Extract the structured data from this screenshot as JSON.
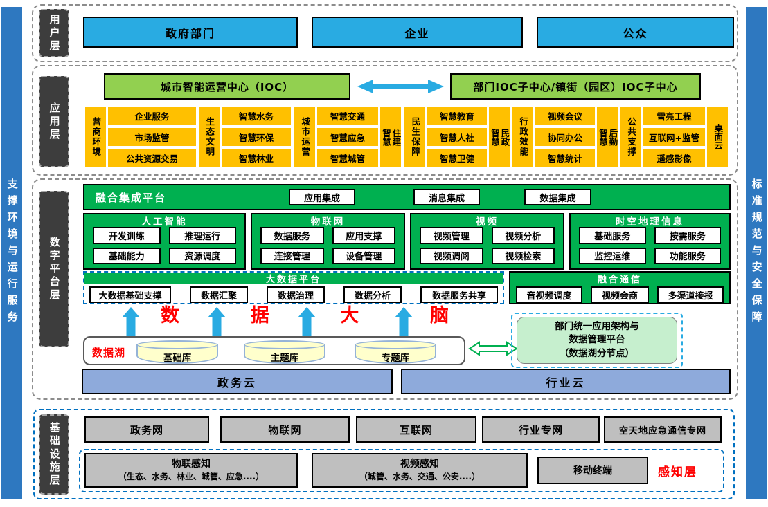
{
  "sidebars": {
    "left": "支撑环境与运行服务",
    "right": "标准规范与安全保障"
  },
  "user_layer": {
    "label": "用户层",
    "items": [
      "政府部门",
      "企业",
      "公众"
    ]
  },
  "app_layer": {
    "label": "应用层",
    "ioc_main": "城市智能运营中心（IOC）",
    "ioc_sub": "部门IOC子中心/镇街（园区）IOC子中心",
    "groups": [
      {
        "label": "营商环境",
        "items": [
          "企业服务",
          "市场监管",
          "公共资源交易"
        ]
      },
      {
        "label": "生态文明",
        "items": [
          "智慧水务",
          "智慧环保",
          "智慧林业"
        ]
      },
      {
        "label": "城市运营",
        "items": [
          "智慧交通",
          "智慧应急",
          "智慧城管"
        ],
        "side": "智慧\n住建"
      },
      {
        "label": "民生保障",
        "items": [
          "智慧教育",
          "智慧人社",
          "智慧卫健"
        ],
        "side": "智慧\n民政"
      },
      {
        "label": "行政效能",
        "items": [
          "视频会议",
          "协同办公",
          "智慧统计"
        ],
        "side": "智慧\n后勤"
      },
      {
        "label": "公共支撑",
        "items": [
          "雪亮工程",
          "互联网+监管",
          "遥感影像"
        ],
        "side": "桌面云"
      }
    ]
  },
  "platform_layer": {
    "label": "数字平台层",
    "integration": {
      "title": "融合集成平台",
      "items": [
        "应用集成",
        "消息集成",
        "数据集成"
      ]
    },
    "capabilities": [
      {
        "title": "人工智能",
        "items": [
          "开发训练",
          "推理运行",
          "基础能力",
          "资源调度"
        ]
      },
      {
        "title": "物联网",
        "items": [
          "数据服务",
          "应用支撑",
          "连接管理",
          "设备管理"
        ]
      },
      {
        "title": "视频",
        "items": [
          "视频管理",
          "视频分析",
          "视频调阅",
          "视频检索"
        ]
      },
      {
        "title": "时空地理信息",
        "items": [
          "基础服务",
          "按需服务",
          "监控运维",
          "功能服务"
        ]
      }
    ],
    "bigdata": {
      "title": "大数据平台",
      "items": [
        "大数据基础支撑",
        "数据汇聚",
        "数据治理",
        "数据分析",
        "数据服务共享"
      ]
    },
    "communication": {
      "title": "融合通信",
      "items": [
        "音视频调度",
        "视频会商",
        "多渠道接报"
      ]
    },
    "data_brain": [
      "数",
      "据",
      "大",
      "脑"
    ],
    "data_lake": {
      "label": "数据湖",
      "databases": [
        "基础库",
        "主题库",
        "专题库"
      ]
    },
    "dept_platform": "部门统一应用架构与\n数据管理平台\n（数据湖分节点）",
    "clouds": [
      "政务云",
      "行业云"
    ]
  },
  "infra_layer": {
    "label": "基础设施层",
    "networks": [
      "政务网",
      "物联网",
      "互联网",
      "行业专网",
      "空天地应急通信专网"
    ],
    "perception_label": "感知层",
    "perception": [
      {
        "title": "物联感知",
        "detail": "（生态、水务、林业、城管、应急....）"
      },
      {
        "title": "视频感知",
        "detail": "（城管、水务、交通、公安....）"
      },
      {
        "title": "移动终端",
        "detail": ""
      }
    ]
  },
  "colors": {
    "bright_blue": "#29ABE2",
    "sidebar_blue": "#2E78C0",
    "light_green": "#92D050",
    "dark_green": "#00B050",
    "orange": "#FFC000",
    "periwinkle": "#8EAADB",
    "gray_box": "#BFBFBF",
    "pale_yellow": "#FFFFCC",
    "pale_green": "#C6EFCE",
    "accent_red": "#FF0000",
    "dashed_blue": "#0070C0"
  }
}
